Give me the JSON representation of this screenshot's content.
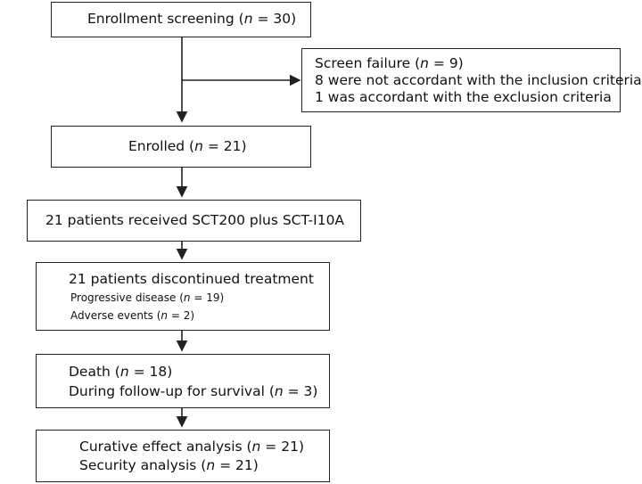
{
  "boxes": {
    "enrollment": {
      "text": "Enrollment screening (",
      "n": "n",
      "suffix": " = 30)"
    },
    "screen_failure": {
      "title_pre": "Screen failure (",
      "title_n": "n",
      "title_suffix": " = 9)",
      "line1": "8 were not accordant with the inclusion criteria",
      "line2": "1 was accordant with the exclusion criteria"
    },
    "enrolled": {
      "text": "Enrolled (",
      "n": "n",
      "suffix": " = 21)"
    },
    "received": {
      "text": "21 patients received SCT200 plus SCT-I10A"
    },
    "discontinued": {
      "title": "21 patients discontinued treatment",
      "pd_pre": "Progressive disease (",
      "pd_n": "n",
      "pd_suffix": " = 19)",
      "ae_pre": "Adverse events (",
      "ae_n": "n",
      "ae_suffix": " = 2)"
    },
    "death": {
      "l1_pre": "Death (",
      "l1_n": "n",
      "l1_suffix": " = 18)",
      "l2_pre": "During follow-up for survival (",
      "l2_n": "n",
      "l2_suffix": " = 3)"
    },
    "analysis": {
      "l1_pre": "Curative effect analysis (",
      "l1_n": "n",
      "l1_suffix": " = 21)",
      "l2_pre": "Security analysis (",
      "l2_n": "n",
      "l2_suffix": " = 21)"
    }
  }
}
